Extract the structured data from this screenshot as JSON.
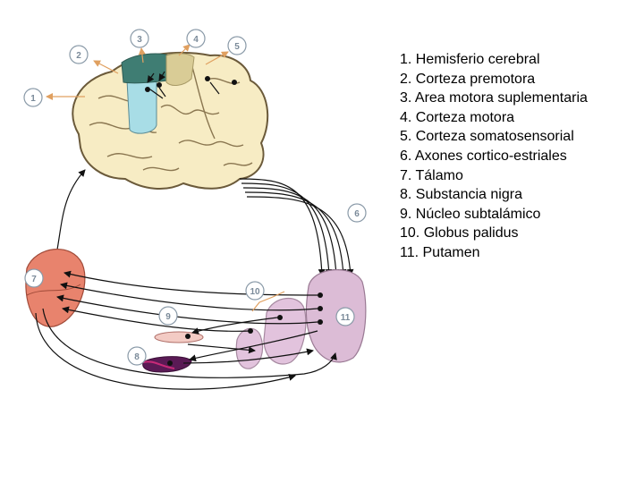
{
  "diagram": {
    "callouts": [
      "1",
      "2",
      "3",
      "4",
      "5",
      "6",
      "7",
      "8",
      "9",
      "10",
      "11"
    ]
  },
  "legend": {
    "items": [
      "1.  Hemisferio cerebral",
      "2. Corteza premotora",
      "3. Area motora suplementaria",
      "4. Corteza motora",
      "5. Corteza somatosensorial",
      "6. Axones cortico-estriales",
      "7. Tálamo",
      "8. Substancia nigra",
      "9. Núcleo subtalámico",
      "10. Globus palidus",
      "11. Putamen"
    ]
  },
  "colors": {
    "brain": "#f7ecc4",
    "premotor": "#a8dde6",
    "supplementary": "#3f7d73",
    "motor": "#d9cc96",
    "thalamus": "#e8836d",
    "putamen": "#dcbcd6",
    "globus_pallidus": "#e2c3dd",
    "subthalamic": "#f3cbc4",
    "nigra": "#5a1a55",
    "arrow_orange": "#e0a060"
  }
}
